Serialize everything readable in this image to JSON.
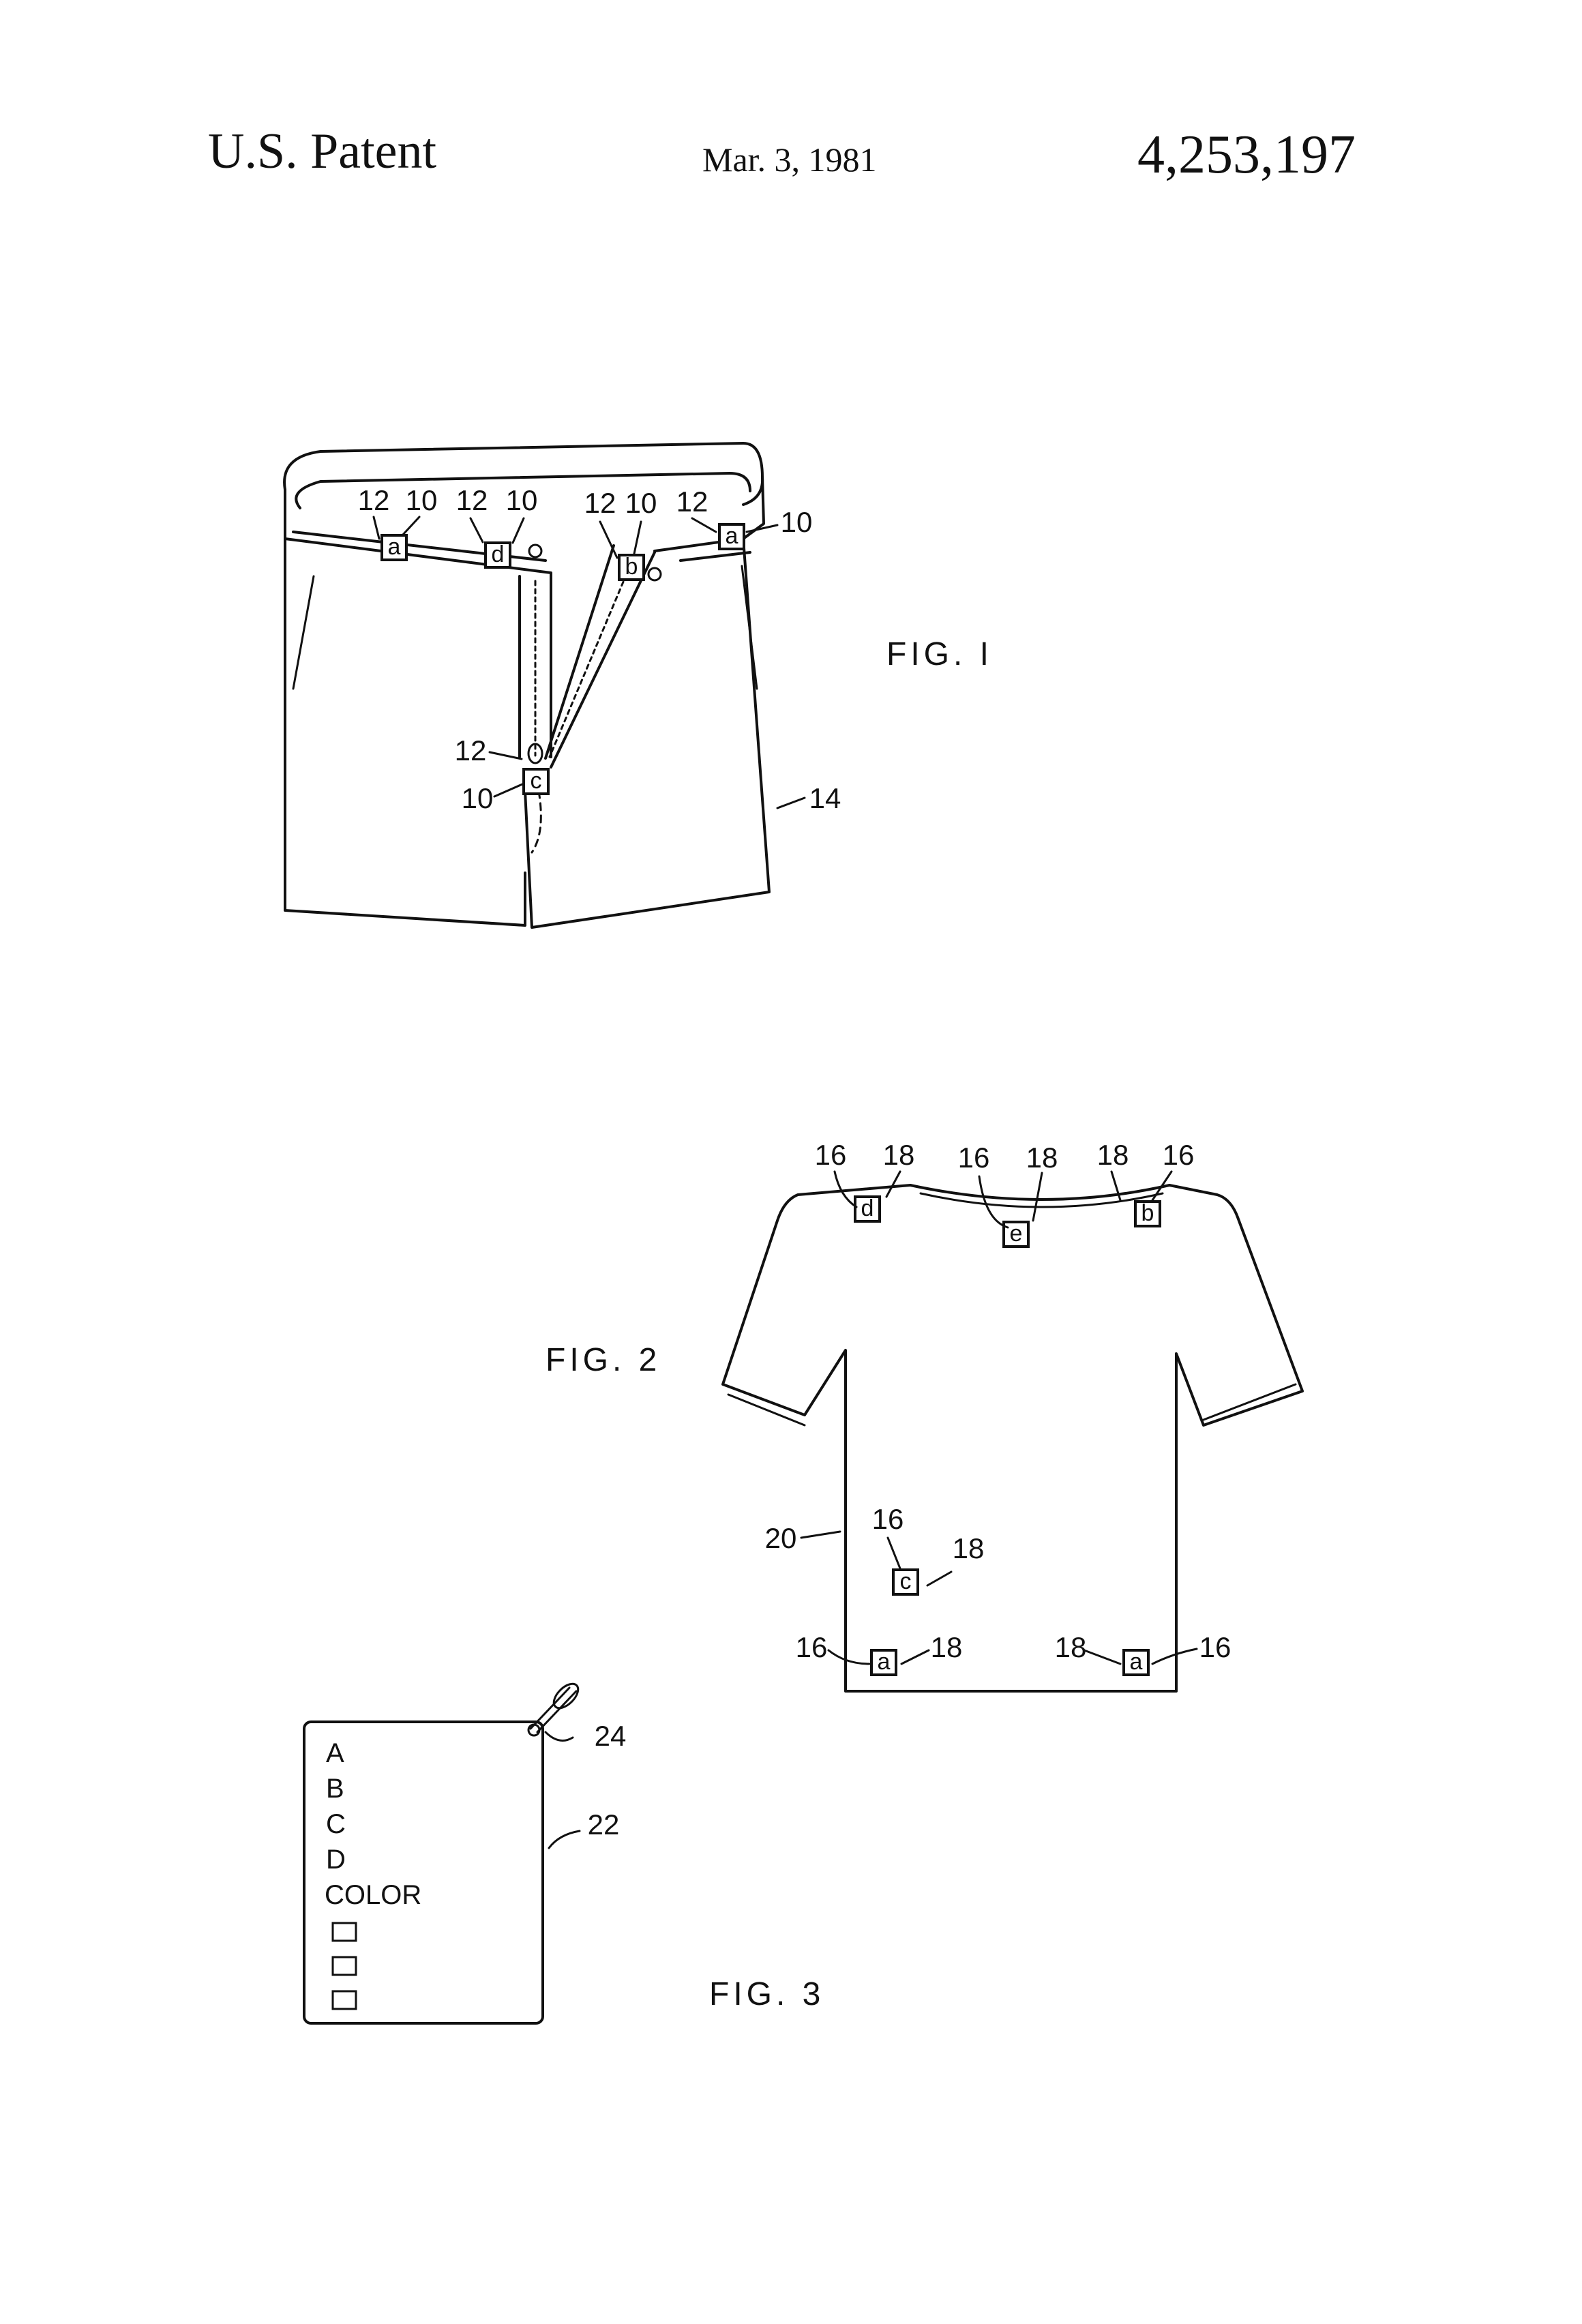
{
  "header": {
    "left": "U.S. Patent",
    "date": "Mar. 3, 1981",
    "patent_number": "4,253,197"
  },
  "fig1": {
    "caption": "FIG. I",
    "refs": [
      "12",
      "10",
      "12",
      "10",
      "12",
      "10",
      "12",
      "10",
      "12",
      "10",
      "14"
    ],
    "tags": [
      "a",
      "d",
      "b",
      "a",
      "c"
    ]
  },
  "fig2": {
    "caption": "FIG. 2",
    "refs": [
      "16",
      "18",
      "16",
      "18",
      "18",
      "16",
      "20",
      "16",
      "18",
      "16",
      "18",
      "18",
      "16"
    ],
    "tags": [
      "d",
      "e",
      "b",
      "c",
      "a",
      "a"
    ]
  },
  "fig3": {
    "caption": "FIG. 3",
    "card_lines": [
      "A",
      "B",
      "C",
      "D",
      "COLOR"
    ],
    "refs": [
      "24",
      "22"
    ]
  }
}
